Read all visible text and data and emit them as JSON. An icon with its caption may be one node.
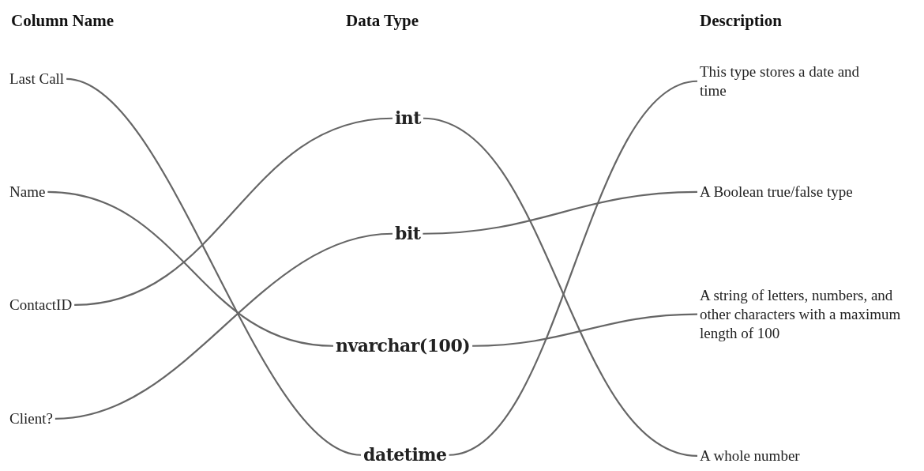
{
  "diagram": {
    "nodes": [
      {
        "text": [
          "Last Call"
        ]
      },
      {
        "text": [
          "Name"
        ]
      },
      {
        "text": [
          "ContactID"
        ]
      },
      {
        "text": [
          "Client?"
        ]
      },
      {
        "text": [
          "int"
        ]
      },
      {
        "text": [
          "bit"
        ]
      },
      {
        "text": [
          "nvarchar(100)"
        ]
      },
      {
        "text": [
          "datetime"
        ]
      },
      {
        "text": [
          "This type stores a date and time"
        ]
      },
      {
        "text": [
          "A Boolean true/false type"
        ]
      },
      {
        "text": [
          "A string of letters, numbers, and other characters with a maximum length of 100"
        ]
      },
      {
        "text": [
          "A whole number"
        ]
      }
    ],
    "edges": [
      {
        "from": 0,
        "to": 7,
        "arrow": "none"
      },
      {
        "from": 1,
        "to": 6,
        "arrow": "none"
      },
      {
        "from": 2,
        "to": 4,
        "arrow": "none"
      },
      {
        "from": 3,
        "to": 5,
        "arrow": "none"
      },
      {
        "from": 4,
        "to": 11,
        "arrow": "none"
      },
      {
        "from": 5,
        "to": 9,
        "arrow": "none"
      },
      {
        "from": 6,
        "to": 10,
        "arrow": "none"
      },
      {
        "from": 7,
        "to": 8,
        "arrow": "none"
      }
    ],
    "labels": [
      "Column Name",
      "Data Type",
      "Description"
    ]
  }
}
